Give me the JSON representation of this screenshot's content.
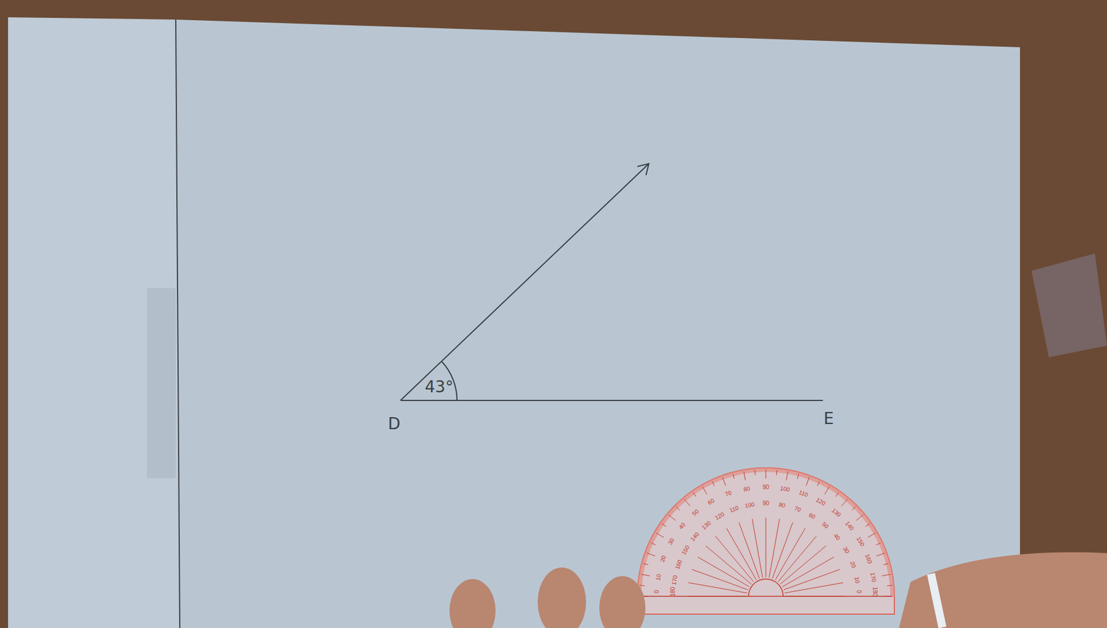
{
  "diagram": {
    "labels": [
      "43°",
      "D",
      "E",
      "0",
      "10",
      "20",
      "30",
      "40",
      "50",
      "60",
      "70",
      "80",
      "90",
      "100",
      "110",
      "120",
      "130",
      "140",
      "150",
      "160",
      "170",
      "180",
      "180",
      "170",
      "160",
      "150",
      "140",
      "130",
      "120",
      "110",
      "100",
      "90",
      "80",
      "70",
      "60",
      "50",
      "40",
      "30",
      "20",
      "10",
      "0"
    ]
  }
}
